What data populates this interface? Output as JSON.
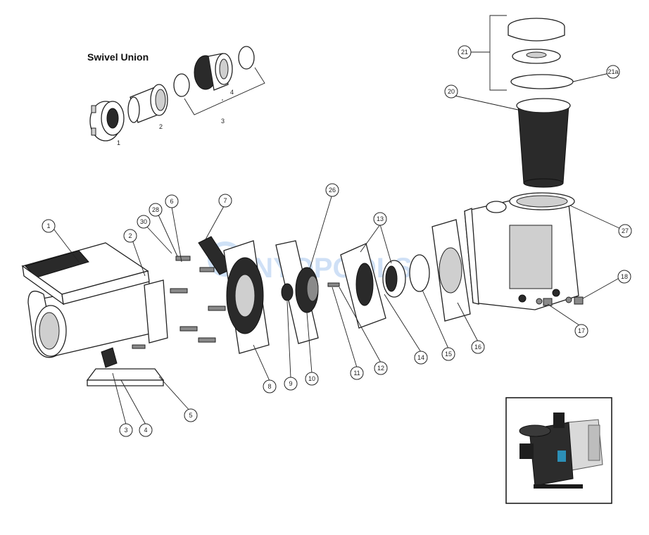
{
  "swivel_union": {
    "title": "Swivel Union",
    "labels": [
      "1",
      "2",
      "3",
      "4"
    ]
  },
  "callouts": [
    "1",
    "2",
    "3",
    "4",
    "5",
    "6",
    "7",
    "8",
    "9",
    "10",
    "11",
    "12",
    "13",
    "14",
    "15",
    "16",
    "17",
    "18",
    "20",
    "21",
    "21a",
    "26",
    "27",
    "28",
    "30"
  ],
  "colors": {
    "line": "#222222",
    "dark_part": "#2a2a2a",
    "watermark": "#a8c8ef"
  }
}
